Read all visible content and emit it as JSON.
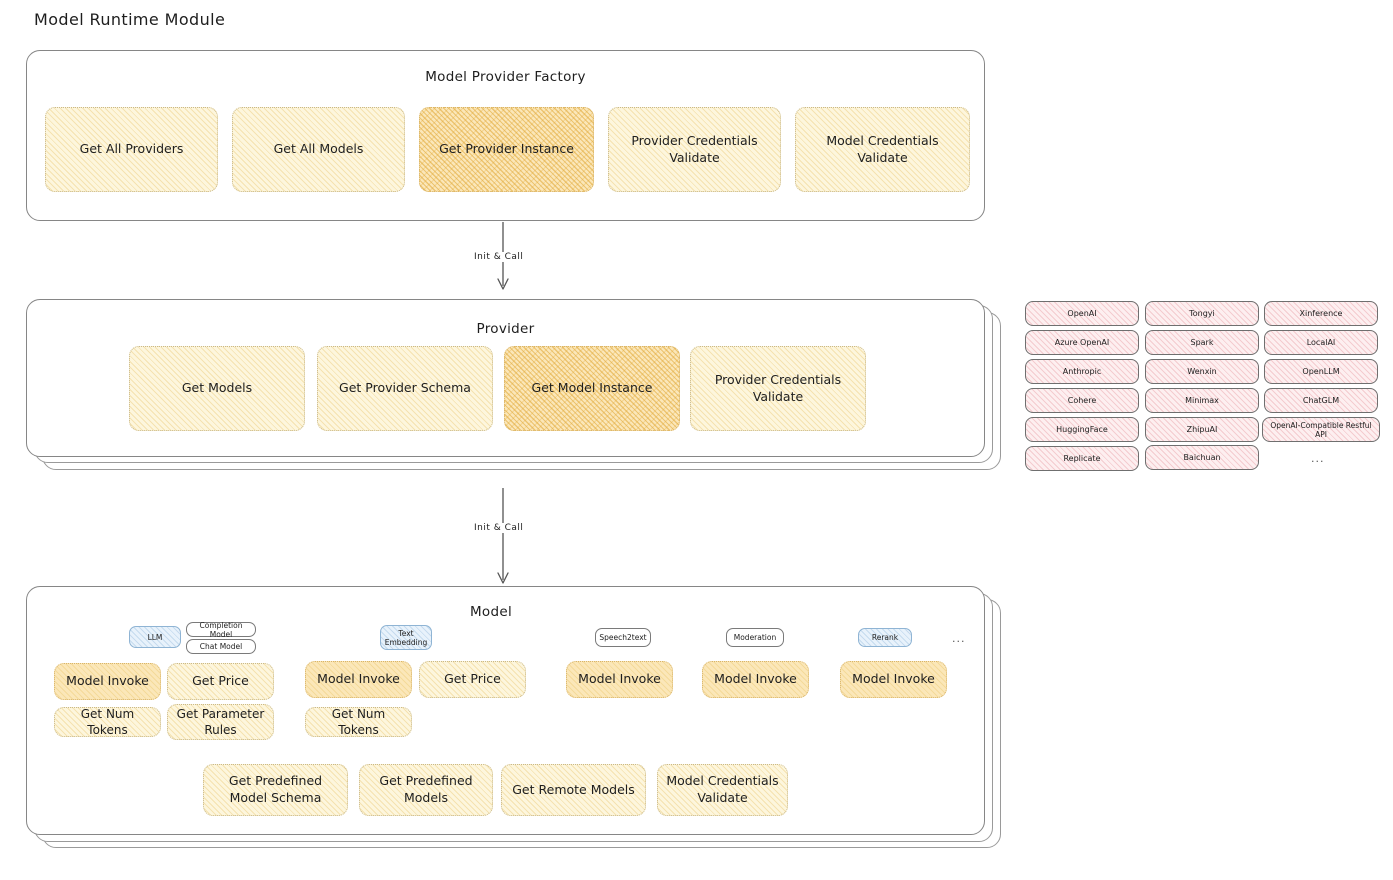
{
  "page": {
    "title": "Model Runtime Module"
  },
  "factory": {
    "title": "Model Provider Factory",
    "items": [
      {
        "label": "Get All Providers",
        "highlight": false
      },
      {
        "label": "Get All Models",
        "highlight": false
      },
      {
        "label": "Get Provider Instance",
        "highlight": true
      },
      {
        "label": "Provider Credentials Validate",
        "highlight": false
      },
      {
        "label": "Model Credentials Validate",
        "highlight": false
      }
    ]
  },
  "arrows": [
    {
      "label": "Init & Call"
    },
    {
      "label": "Init & Call"
    }
  ],
  "provider": {
    "title": "Provider",
    "items": [
      {
        "label": "Get Models",
        "highlight": false
      },
      {
        "label": "Get Provider Schema",
        "highlight": false
      },
      {
        "label": "Get Model Instance",
        "highlight": true
      },
      {
        "label": "Provider Credentials Validate",
        "highlight": false
      }
    ]
  },
  "provider_list": {
    "columns": [
      [
        "OpenAI",
        "Azure OpenAI",
        "Anthropic",
        "Cohere",
        "HuggingFace",
        "Replicate"
      ],
      [
        "Tongyi",
        "Spark",
        "Wenxin",
        "Minimax",
        "ZhipuAI",
        "Baichuan"
      ],
      [
        "Xinference",
        "LocalAI",
        "OpenLLM",
        "ChatGLM",
        "OpenAI-Compatible Restful API"
      ]
    ],
    "more": "..."
  },
  "model": {
    "title": "Model",
    "more": "...",
    "types": [
      {
        "name": "LLM",
        "blue": true
      },
      {
        "name": "Completion Model",
        "blue": false
      },
      {
        "name": "Chat Model",
        "blue": false
      },
      {
        "name": "Text Embedding",
        "blue": true
      },
      {
        "name": "Speech2text",
        "blue": false
      },
      {
        "name": "Moderation",
        "blue": false
      },
      {
        "name": "Rerank",
        "blue": true
      }
    ],
    "llm_ops": [
      {
        "label": "Model Invoke",
        "highlight": true
      },
      {
        "label": "Get Price",
        "highlight": false
      },
      {
        "label": "Get Num Tokens",
        "highlight": false
      },
      {
        "label": "Get Parameter Rules",
        "highlight": false
      }
    ],
    "embedding_ops": [
      {
        "label": "Model Invoke",
        "highlight": true
      },
      {
        "label": "Get Price",
        "highlight": false
      },
      {
        "label": "Get Num Tokens",
        "highlight": false
      }
    ],
    "speech2text_ops": [
      {
        "label": "Model Invoke",
        "highlight": true
      }
    ],
    "moderation_ops": [
      {
        "label": "Model Invoke",
        "highlight": true
      }
    ],
    "rerank_ops": [
      {
        "label": "Model Invoke",
        "highlight": true
      }
    ],
    "shared_ops": [
      {
        "label": "Get Predefined Model Schema",
        "highlight": false
      },
      {
        "label": "Get Predefined Models",
        "highlight": false
      },
      {
        "label": "Get Remote Models",
        "highlight": false
      },
      {
        "label": "Model Credentials Validate",
        "highlight": false
      }
    ]
  },
  "colors": {
    "highlight_fill": "#fbe7b9",
    "normal_fill": "#fdf6dd",
    "pill_fill": "#fdeff0",
    "chip_blue": "#e8f2fb",
    "stroke": "#868686"
  }
}
